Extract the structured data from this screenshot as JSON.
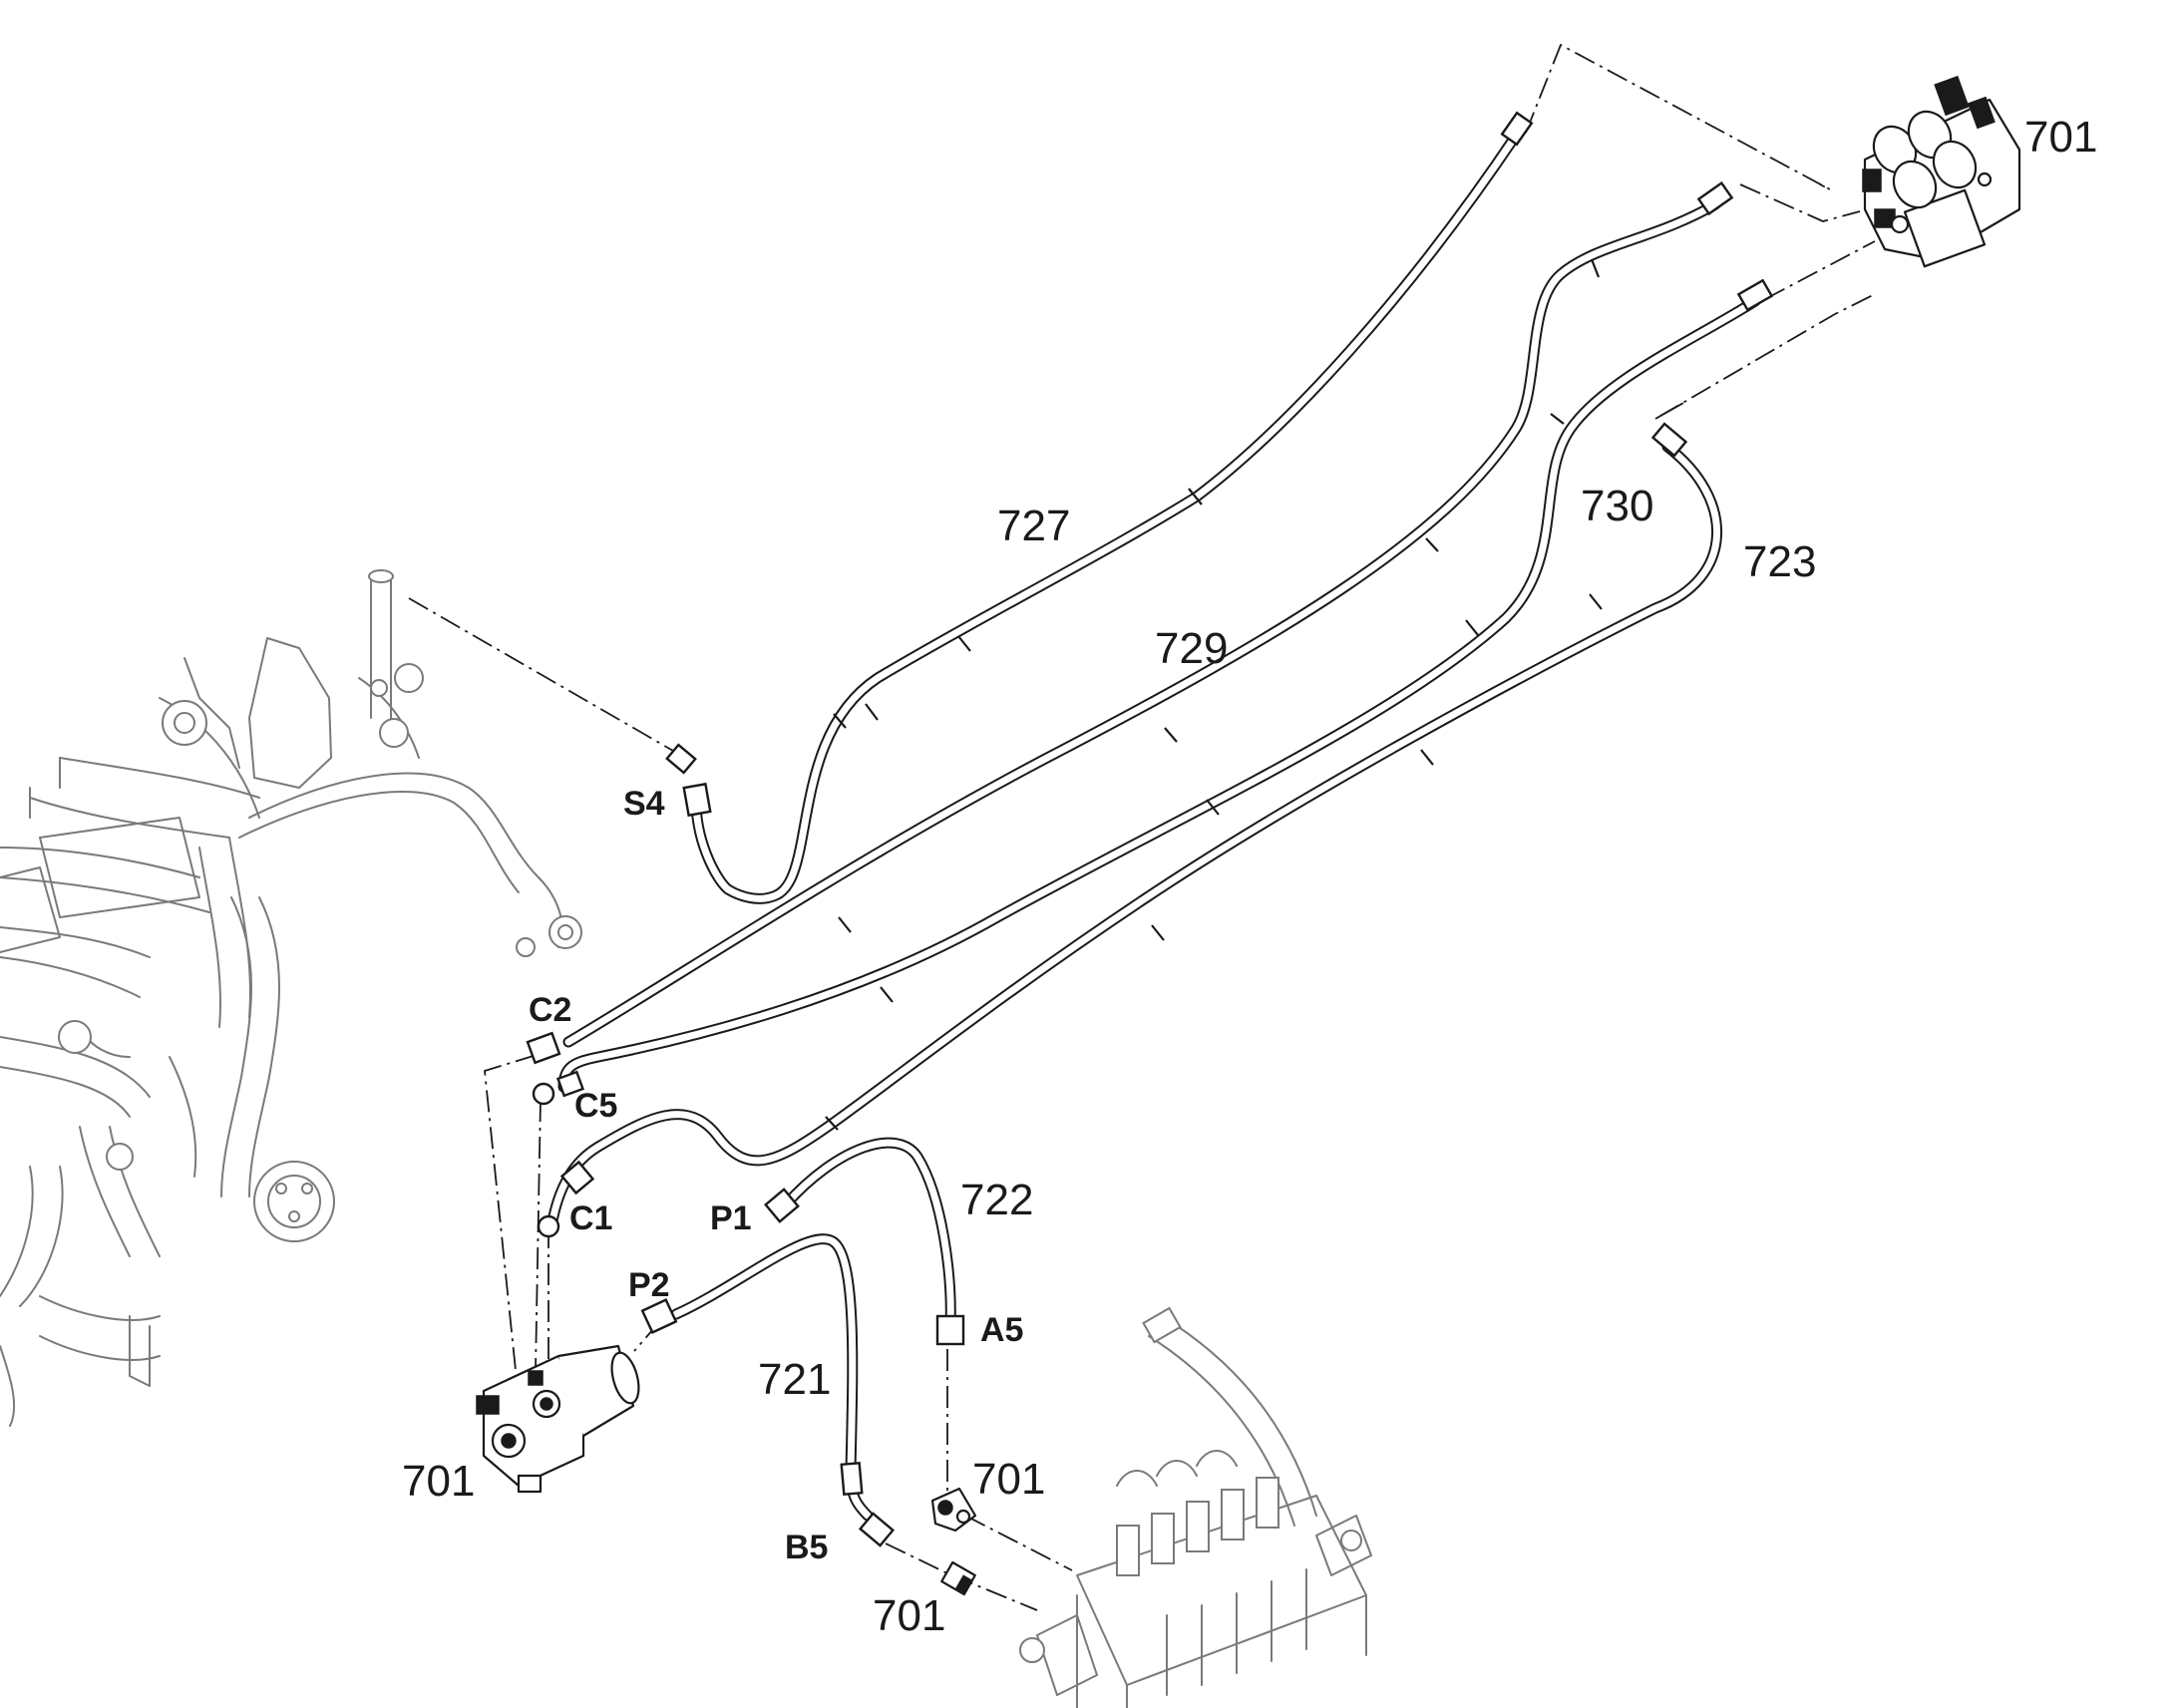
{
  "diagram": {
    "callouts": {
      "valve_top_right": "701",
      "hose_727": "727",
      "hose_729": "729",
      "hose_730": "730",
      "hose_723": "723",
      "hose_722": "722",
      "hose_721": "721",
      "valve_left": "701",
      "fitting_a5": "701",
      "fitting_b5": "701"
    },
    "ports": {
      "s4": "S4",
      "c2": "C2",
      "c5": "C5",
      "c1": "C1",
      "p1": "P1",
      "p2": "P2",
      "a5": "A5",
      "b5": "B5"
    }
  }
}
